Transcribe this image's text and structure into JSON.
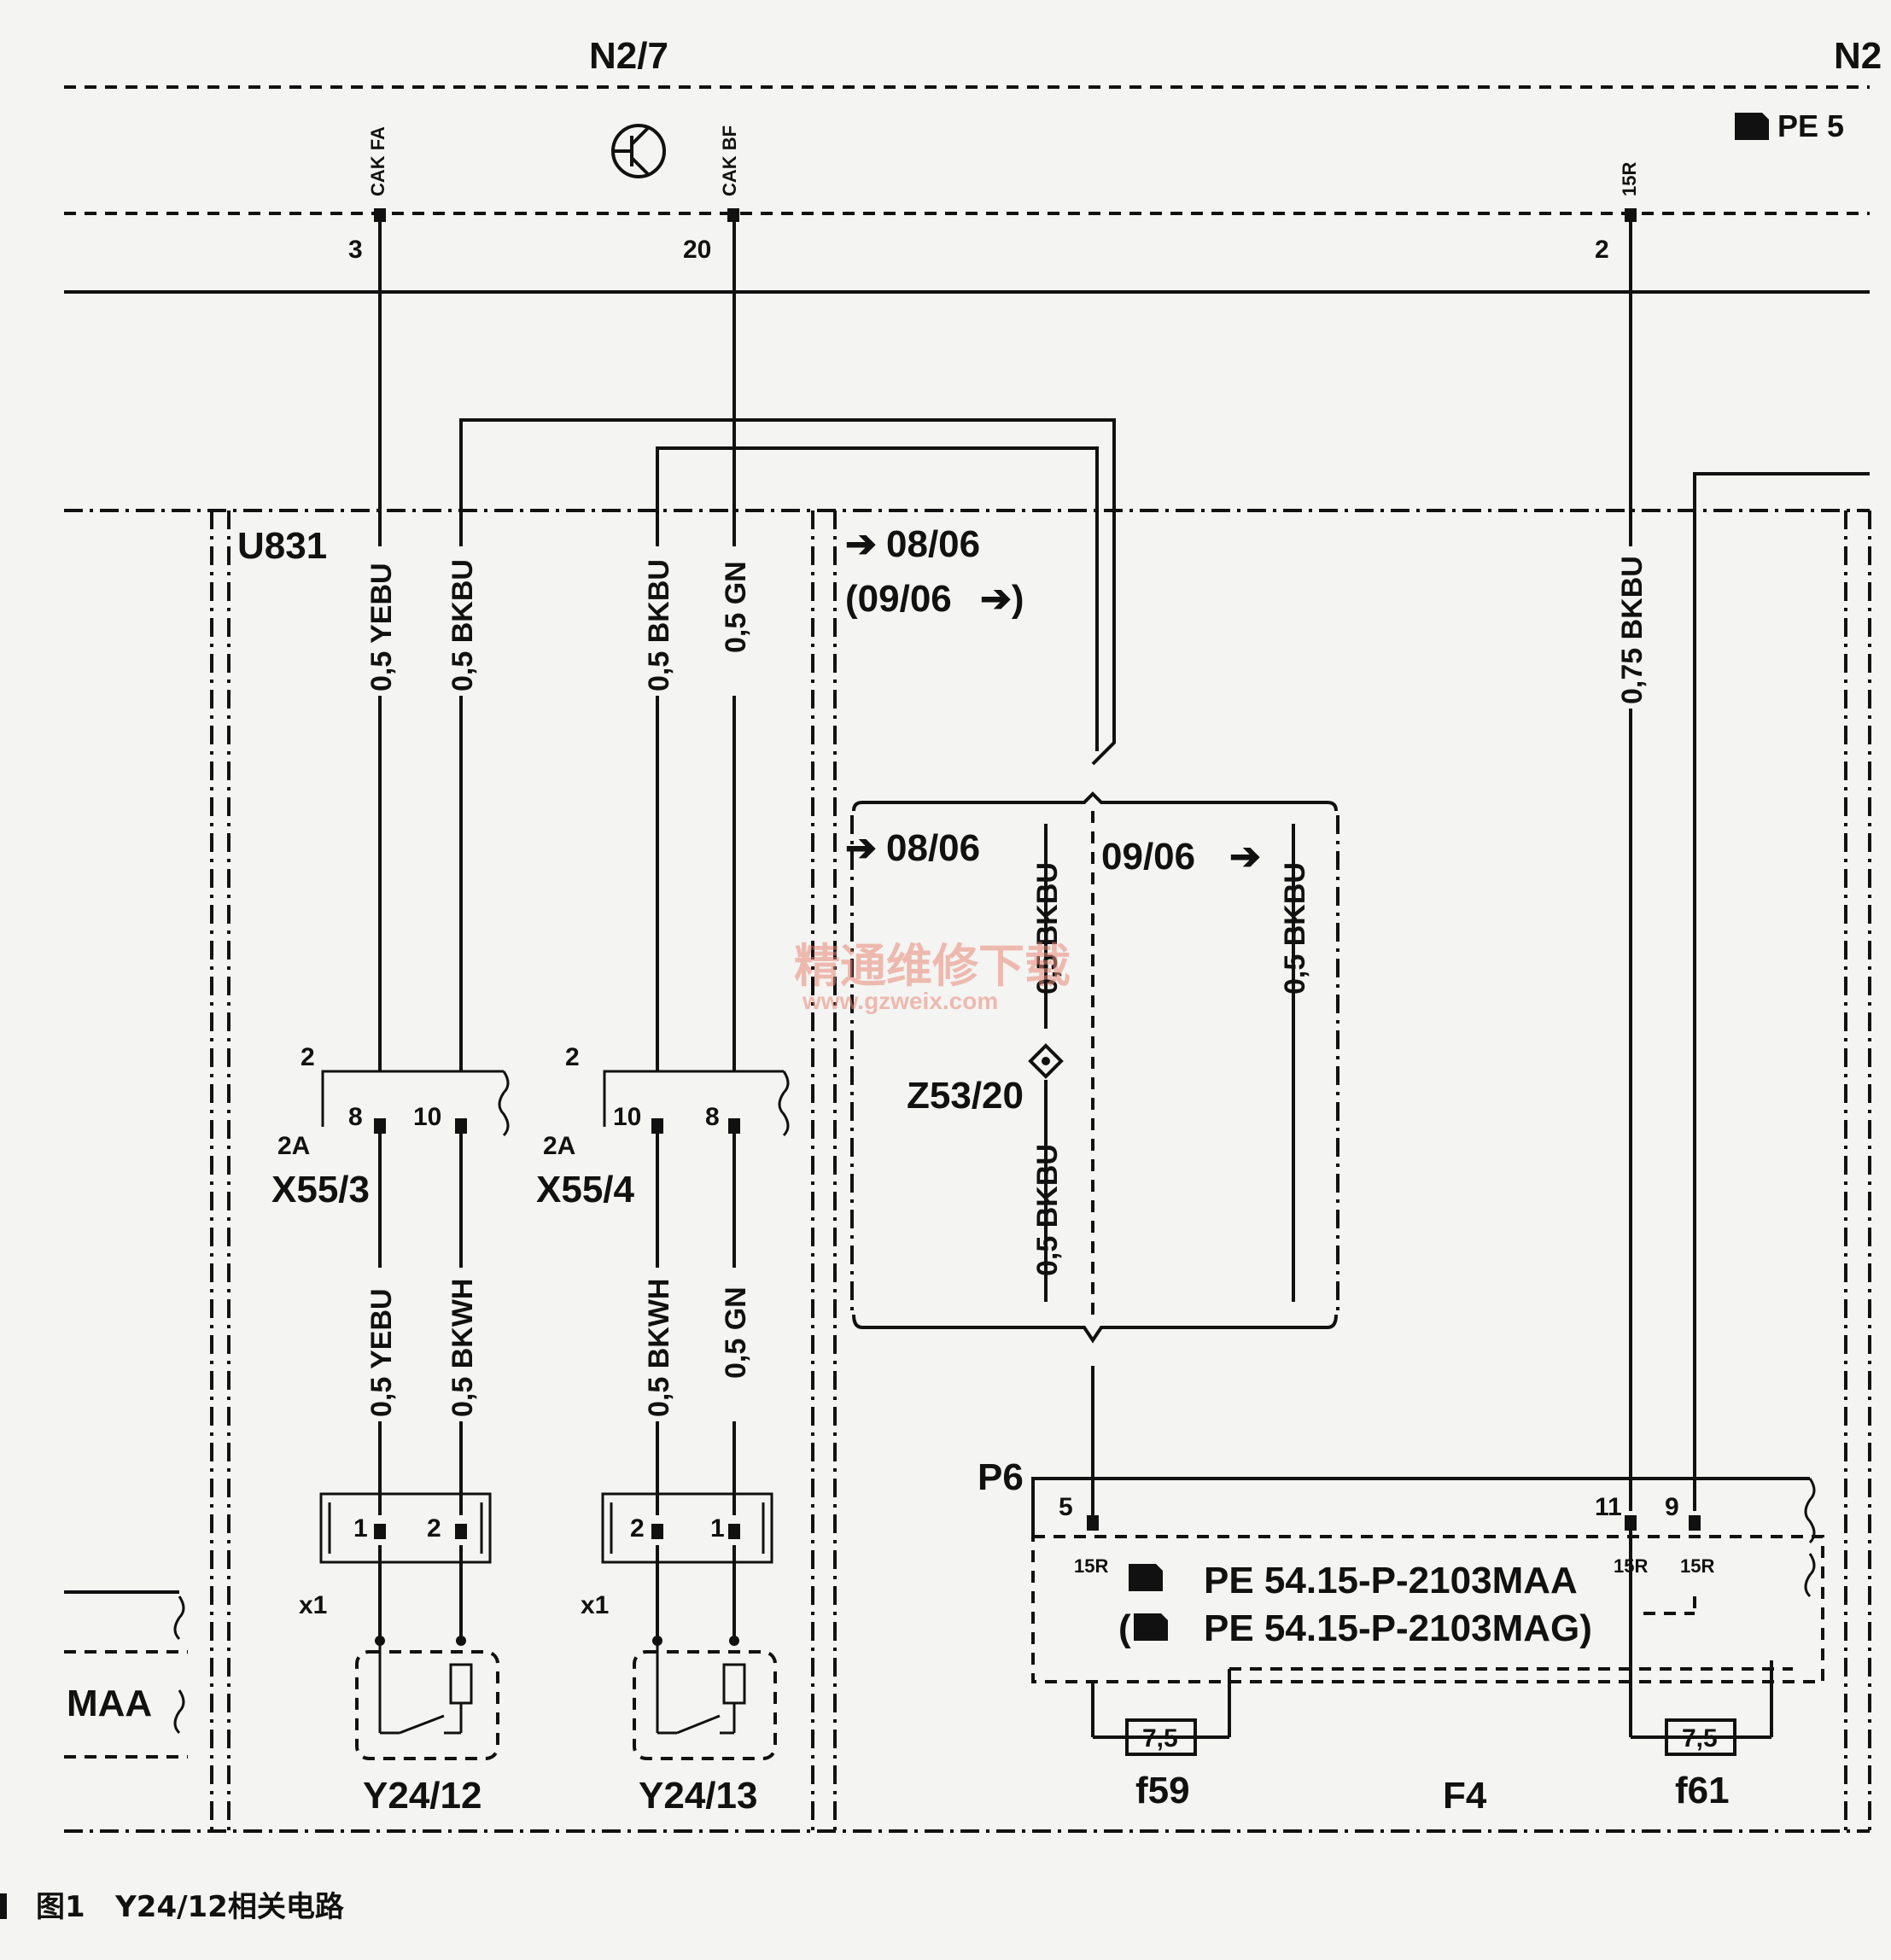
{
  "modules": {
    "n27": "N2/7",
    "n2_partial": "N2",
    "pe_partial": "PE 5",
    "u831": "U831",
    "f4": "F4",
    "p6": "P6",
    "maa_partial": "MAA"
  },
  "signals": {
    "cak_fa": "CAK FA",
    "cak_bf": "CAK BF",
    "r15": "15R"
  },
  "top_pins": {
    "p3": "3",
    "p20": "20",
    "p2": "2"
  },
  "wires": {
    "w1_top": "0,5 YEBU",
    "w2_top": "0,5 BKBU",
    "w3_top": "0,5 BKBU",
    "w4_top": "0,5 GN",
    "w5_top": "0,75 BKBU",
    "w1_bot": "0,5 YEBU",
    "w2_bot": "0,5 BKWH",
    "w3_bot": "0,5 BKWH",
    "w4_bot": "0,5 GN",
    "box_a": "0,5 BKBU",
    "box_b": "0,5 BKBU",
    "box_c": "0,5 BKBU"
  },
  "dates": {
    "d1": "08/06",
    "d2": "(09/06",
    "d3": "08/06",
    "d4": "09/06"
  },
  "connectors": {
    "x553": "X55/3",
    "x554": "X55/4",
    "two_a": "2",
    "two_b": "2",
    "twoA_a": "2A",
    "twoA_b": "2A",
    "p8a": "8",
    "p10a": "10",
    "p10b": "10",
    "p8b": "8",
    "x1a": "x1",
    "x1b": "x1",
    "p1a": "1",
    "p2a": "2",
    "p2b": "2",
    "p1b": "1"
  },
  "splice": "Z53/20",
  "valves": {
    "y2412": "Y24/12",
    "y2413": "Y24/13"
  },
  "fuse_block": {
    "pin5": "5",
    "pin11": "11",
    "pin9": "9",
    "t15a": "15R",
    "t15b": "15R",
    "t15c": "15R",
    "ref1": "PE 54.15-P-2103MAA",
    "ref2": "PE 54.15-P-2103MAG)",
    "ref2_open": "(",
    "f59": "f59",
    "f61": "f61",
    "f59_val": "7,5",
    "f61_val": "7,5"
  },
  "watermark": {
    "cn": "精通维修下载",
    "url": "www.gzweix.com"
  },
  "caption": "图1   Y24/12相关电路"
}
